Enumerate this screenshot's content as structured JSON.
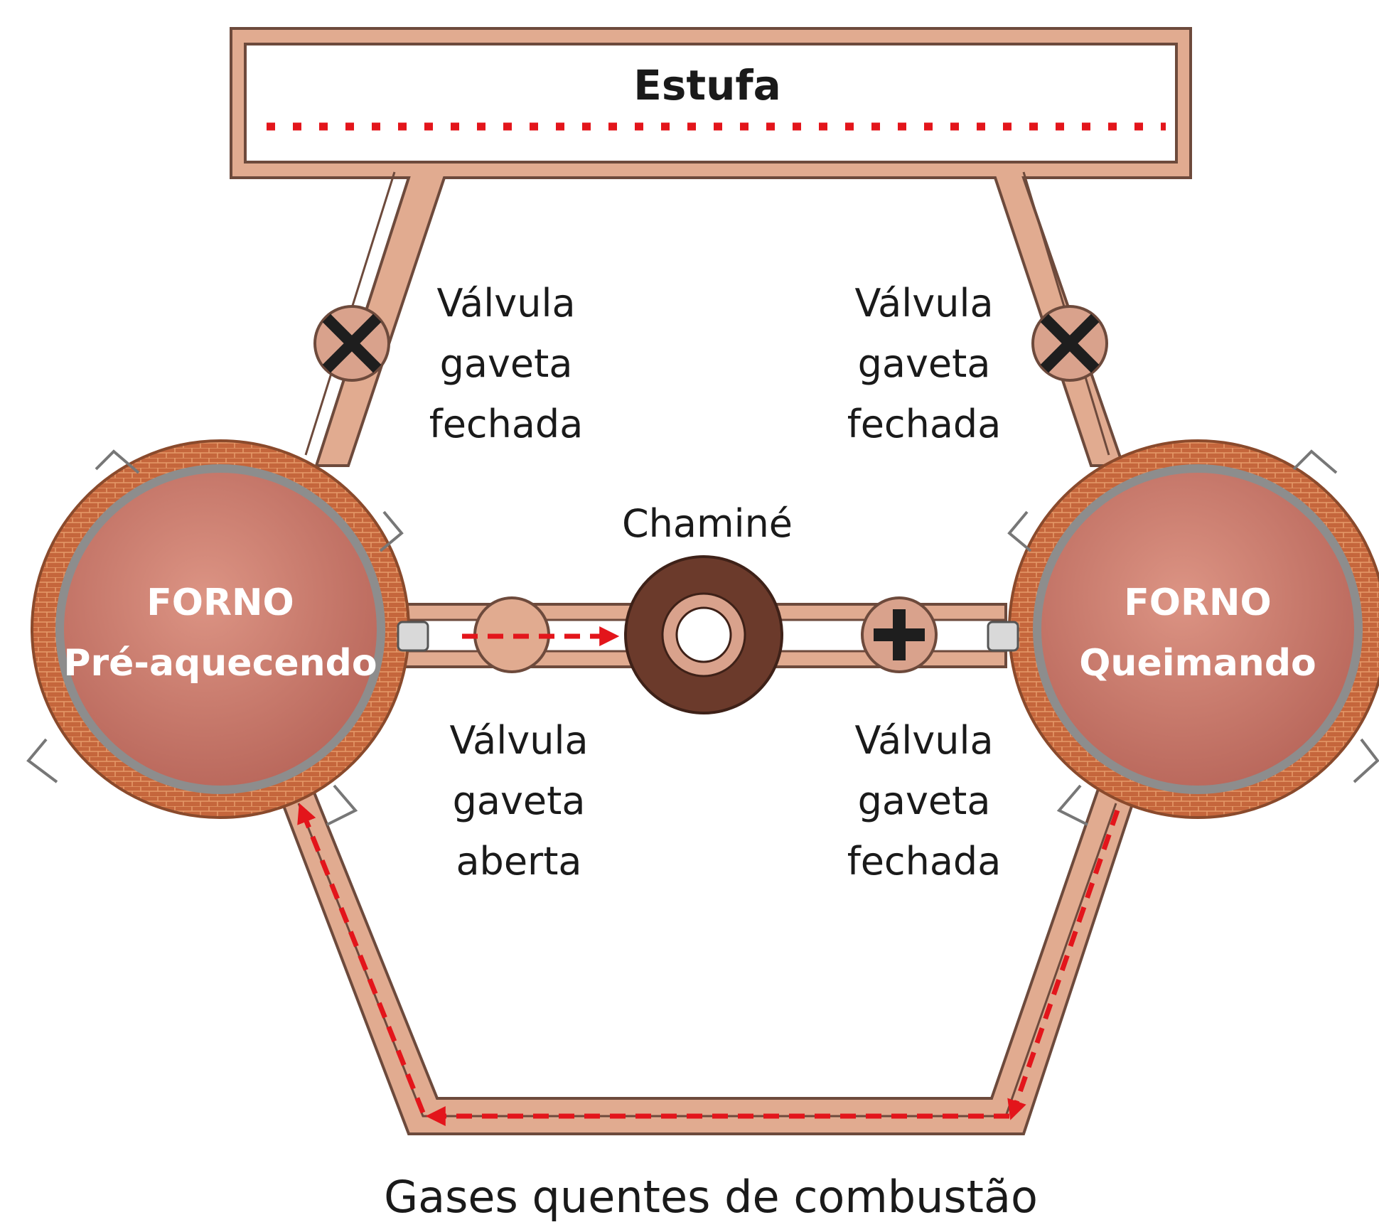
{
  "title": "Estufa",
  "chimney": "Chaminé",
  "valves": {
    "top_left": [
      "Válvula",
      "gaveta",
      "fechada"
    ],
    "top_right": [
      "Válvula",
      "gaveta",
      "fechada"
    ],
    "bottom_left": [
      "Válvula",
      "gaveta",
      "aberta"
    ],
    "bottom_right": [
      "Válvula",
      "gaveta",
      "fechada"
    ]
  },
  "furnaces": {
    "left": [
      "FORNO",
      "Pré-aquecendo"
    ],
    "right": [
      "FORNO",
      "Queimando"
    ]
  },
  "caption": "Gases quentes de combustão",
  "colors": {
    "pipe": "#e1ab90",
    "pipe_outline": "#6d4a3c",
    "brick": "#c5663c",
    "furnace": "#cd7c6d",
    "chimney": "#6b3a2b",
    "flow_arrow": "#e3151b"
  }
}
